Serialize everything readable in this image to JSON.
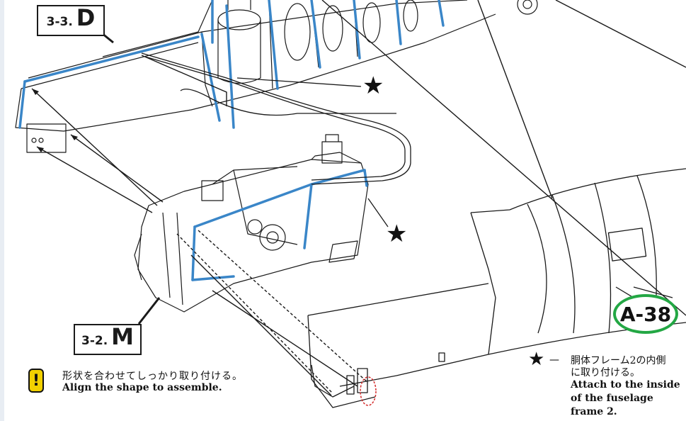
{
  "steps": {
    "step_d": {
      "number": "3-3.",
      "letter": "D"
    },
    "step_m": {
      "number": "3-2.",
      "letter": "M"
    }
  },
  "part_label": "A-38",
  "notice": {
    "icon": "!",
    "text_ja": "形状を合わせてしっかり取り付ける。",
    "text_en": "Align the shape to assemble."
  },
  "star_note": {
    "symbol": "★",
    "line_ja_1": "胴体フレーム2の内側",
    "line_ja_2": "に取り付ける。",
    "line_en_1": "Attach to the inside",
    "line_en_2": "of the fuselage",
    "line_en_3": "frame 2."
  },
  "callout_star": "★",
  "colors": {
    "frame_blue": "#3a86c8",
    "label_green": "#23a744",
    "notice_yellow": "#f2d100",
    "ink": "#1a1a1a"
  }
}
